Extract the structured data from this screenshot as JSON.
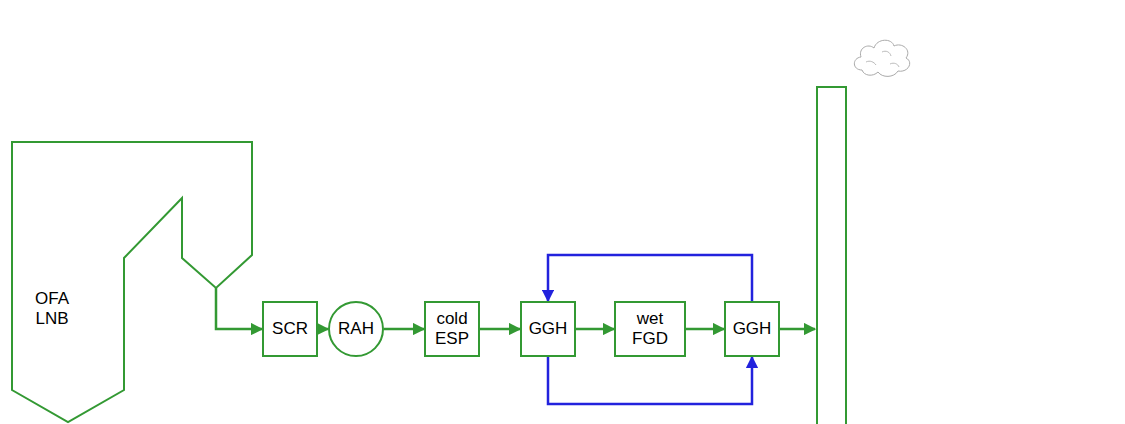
{
  "diagram": {
    "nodes": [
      {
        "text": [
          "OFA LNB"
        ]
      },
      {
        "text": [
          "SCR"
        ]
      },
      {
        "text": [
          "RAH"
        ]
      },
      {
        "text": [
          "cold ESP"
        ]
      },
      {
        "text": [
          "GGH"
        ]
      },
      {
        "text": [
          "wet FGD"
        ]
      },
      {
        "text": [
          "GGH"
        ]
      }
    ],
    "edges": [
      {
        "from": 0,
        "to": 1,
        "arrow": "to"
      },
      {
        "from": 1,
        "to": 2,
        "arrow": "to"
      },
      {
        "from": 2,
        "to": 3,
        "arrow": "to"
      },
      {
        "from": 3,
        "to": 4,
        "arrow": "to"
      },
      {
        "from": 4,
        "to": 5,
        "arrow": "to"
      },
      {
        "from": 5,
        "to": 6,
        "arrow": "to"
      },
      {
        "from": 6,
        "to": 4,
        "arrow": "to"
      },
      {
        "from": 4,
        "to": 6,
        "arrow": "to"
      }
    ]
  }
}
